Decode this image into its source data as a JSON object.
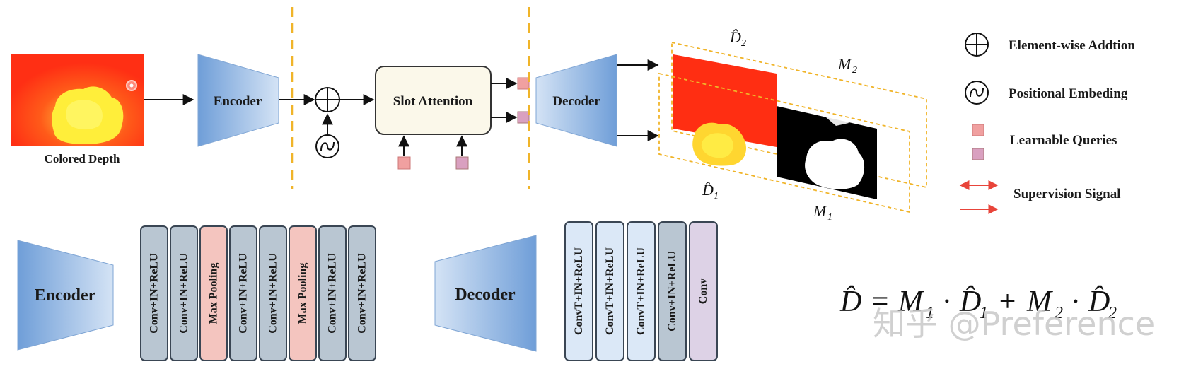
{
  "top": {
    "input_label": "Colored Depth",
    "encoder_label": "Encoder",
    "slot_attention_label": "Slot Attention",
    "decoder_label": "Decoder",
    "d2_label": "D̂",
    "d2_sub": "2",
    "d1_label": "D̂",
    "d1_sub": "1",
    "m2_label": "M",
    "m2_sub": "2",
    "m1_label": "M",
    "m1_sub": "1"
  },
  "legend": {
    "items": [
      {
        "icon": "element-wise-addition-icon",
        "label": "Element-wise Addtion"
      },
      {
        "icon": "positional-embedding-icon",
        "label": "Positional Embeding"
      },
      {
        "icon": "learnable-query-icon",
        "label": "Learnable Queries"
      },
      {
        "icon": "supervision-signal-icon",
        "label": "Supervision Signal"
      }
    ]
  },
  "encoder_detail": {
    "label": "Encoder",
    "layers": [
      "Conv+IN+ReLU",
      "Conv+IN+ReLU",
      "Max Pooling",
      "Conv+IN+ReLU",
      "Conv+IN+ReLU",
      "Max Pooling",
      "Conv+IN+ReLU",
      "Conv+IN+ReLU"
    ]
  },
  "decoder_detail": {
    "label": "Decoder",
    "layers": [
      "ConvT+IN+ReLU",
      "ConvT+IN+ReLU",
      "ConvT+IN+ReLU",
      "Conv+IN+ReLU",
      "Conv"
    ]
  },
  "formula": {
    "lhs": "D̂",
    "eq": "=",
    "m1": "M",
    "m1_sub": "1",
    "dot1": "·",
    "d1": "D̂",
    "d1_sub": "1",
    "plus": "+",
    "m2": "M",
    "m2_sub": "2",
    "dot2": "·",
    "d2": "D̂",
    "d2_sub": "2"
  },
  "watermark": "知乎 @Preference",
  "colors": {
    "blue_block": "#5b8fd0",
    "blue_light": "#c9dcf2",
    "layer_gray": "#b9c6d2",
    "layer_pink": "#f4c5bf",
    "layer_lightblue": "#dbe8f7",
    "layer_lavender": "#ddd2e6",
    "slot_fill": "#fbf8ea",
    "dashed_orange": "#f0b429",
    "red_arrow": "#e8443a",
    "query_pink": "#f0a0a0",
    "query_mauve": "#d9a0c0"
  }
}
